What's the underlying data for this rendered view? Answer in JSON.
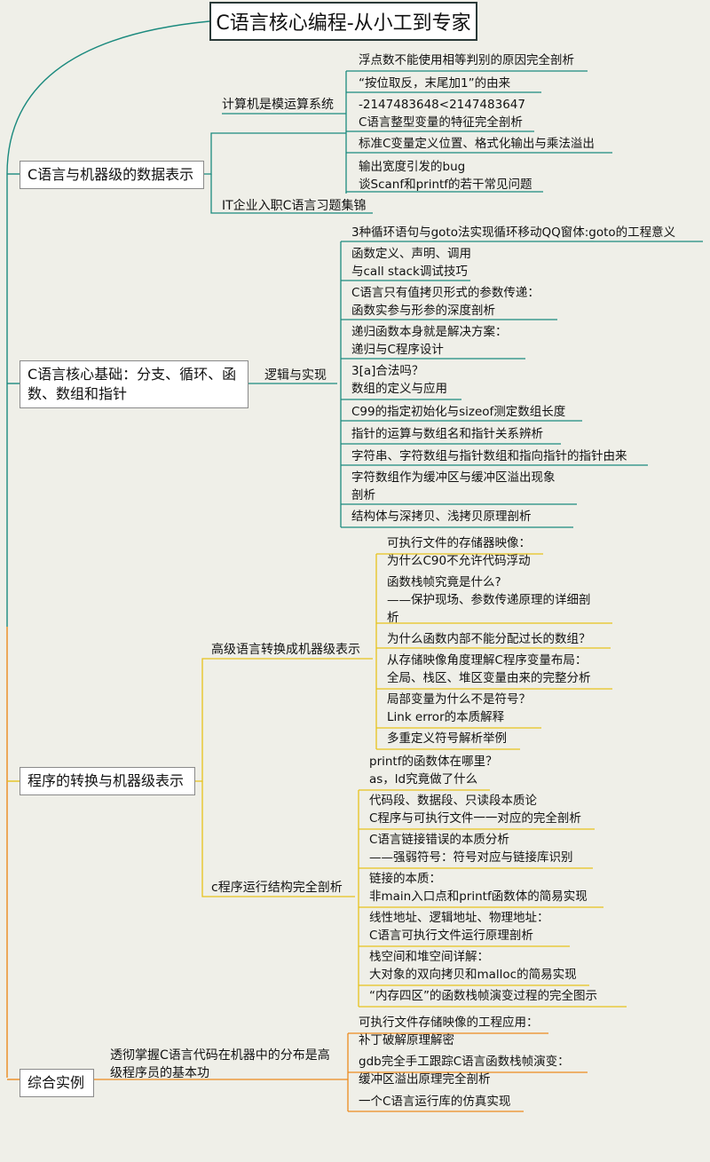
{
  "title": "C语言核心编程-从小工到专家",
  "colors": {
    "teal": "#1b8a7e",
    "gold": "#e6c21c",
    "orange": "#ec8a1e"
  },
  "topics": [
    {
      "label": "C语言与机器级的数据表示",
      "subs": [
        {
          "label": "计算机是模运算系统",
          "leaves": [
            [
              "浮点数不能使用相等判别的原因完全剖析"
            ],
            [
              "“按位取反，末尾加1”的由来"
            ],
            [
              "-2147483648<2147483647",
              "C语言整型变量的特征完全剖析"
            ],
            [
              "标准C变量定义位置、格式化输出与乘法溢出"
            ],
            [
              "输出宽度引发的bug",
              "谈Scanf和printf的若干常见问题"
            ]
          ]
        },
        {
          "label": "IT企业入职C语言习题集锦",
          "leaves": []
        }
      ]
    },
    {
      "label": "C语言核心基础：分支、循环、函数、数组和指针",
      "subs": [
        {
          "label": "逻辑与实现",
          "leaves": [
            [
              "3种循环语句与goto法实现循环移动QQ窗体:goto的工程意义"
            ],
            [
              "函数定义、声明、调用",
              "与call stack调试技巧"
            ],
            [
              "C语言只有值拷贝形式的参数传递：",
              "函数实参与形参的深度剖析"
            ],
            [
              "递归函数本身就是解决方案：",
              "递归与C程序设计"
            ],
            [
              "3[a]合法吗？",
              "数组的定义与应用"
            ],
            [
              "C99的指定初始化与sizeof测定数组长度"
            ],
            [
              "指针的运算与数组名和指针关系辨析"
            ],
            [
              "字符串、字符数组与指针数组和指向指针的指针由来"
            ],
            [
              "字符数组作为缓冲区与缓冲区溢出现象",
              "剖析"
            ],
            [
              "结构体与深拷贝、浅拷贝原理剖析"
            ]
          ]
        }
      ]
    },
    {
      "label": "程序的转换与机器级表示",
      "subs": [
        {
          "label": "高级语言转换成机器级表示",
          "leaves": [
            [
              "可执行文件的存储器映像：",
              "为什么C90不允许代码浮动"
            ],
            [
              "函数栈帧究竟是什么?",
              "——保护现场、参数传递原理的详细剖",
              "析"
            ],
            [
              "为什么函数内部不能分配过长的数组？"
            ],
            [
              "从存储映像角度理解C程序变量布局：",
              "全局、栈区、堆区变量由来的完整分析"
            ],
            [
              "局部变量为什么不是符号？",
              "Link error的本质解释"
            ],
            [
              "多重定义符号解析举例"
            ]
          ]
        },
        {
          "label": "c程序运行结构完全剖析",
          "leaves": [
            [
              "printf的函数体在哪里？",
              "as，ld究竟做了什么"
            ],
            [
              "代码段、数据段、只读段本质论",
              "C程序与可执行文件一一对应的完全剖析"
            ],
            [
              "C语言链接错误的本质分析",
              "——强弱符号：符号对应与链接库识别"
            ],
            [
              "链接的本质：",
              "非main入口点和printf函数体的简易实现"
            ],
            [
              "线性地址、逻辑地址、物理地址：",
              "C语言可执行文件运行原理剖析"
            ],
            [
              "栈空间和堆空间详解：",
              "大对象的双向拷贝和malloc的简易实现"
            ],
            [
              "“内存四区”的函数栈帧演变过程的完全图示"
            ]
          ]
        }
      ]
    },
    {
      "label": "综合实例",
      "subs": [
        {
          "label": "透彻掌握C语言代码在机器中的分布是高级程序员的基本功",
          "leaves": [
            [
              "可执行文件存储映像的工程应用：",
              "补丁破解原理解密"
            ],
            [
              "gdb完全手工跟踪C语言函数栈帧演变：",
              "缓冲区溢出原理完全剖析"
            ],
            [
              "一个C语言运行库的仿真实现"
            ]
          ]
        }
      ]
    }
  ]
}
